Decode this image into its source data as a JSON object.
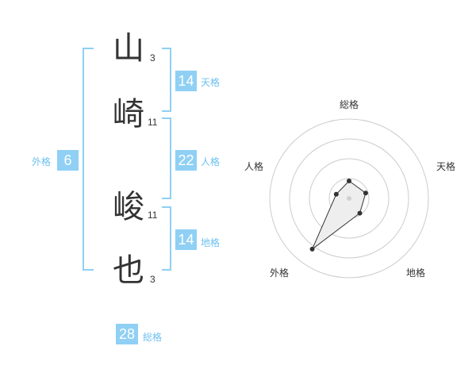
{
  "name_chars": [
    {
      "char": "山",
      "strokes": "3"
    },
    {
      "char": "崎",
      "strokes": "11"
    },
    {
      "char": "峻",
      "strokes": "11"
    },
    {
      "char": "也",
      "strokes": "3"
    }
  ],
  "kakusu": {
    "tenkaku": {
      "value": "14",
      "label": "天格"
    },
    "jinkaku": {
      "value": "22",
      "label": "人格"
    },
    "chikaku": {
      "value": "14",
      "label": "地格"
    },
    "gaikaku": {
      "value": "6",
      "label": "外格"
    },
    "soukaku": {
      "value": "28",
      "label": "総格"
    }
  },
  "radar": {
    "axes": [
      "総格",
      "天格",
      "地格",
      "外格",
      "人格"
    ],
    "values": [
      0.22,
      0.22,
      0.23,
      0.79,
      0.17
    ],
    "colors": {
      "ring": "#cccccc",
      "fill": "#eeeeee",
      "line": "#333333",
      "center": "#d0d0d0"
    }
  }
}
